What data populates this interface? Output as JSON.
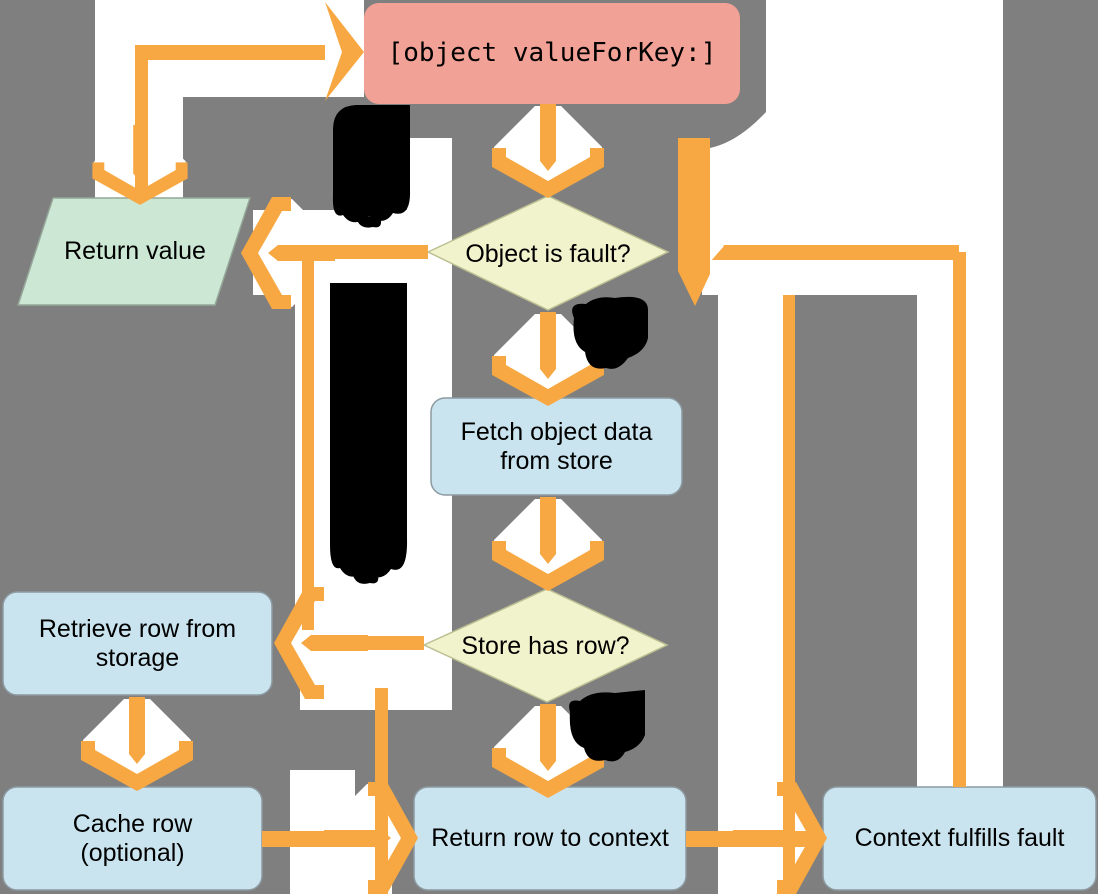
{
  "diagram": {
    "type": "flowchart",
    "background_color": "#7f7f7f",
    "arrow_color": "#F7A843",
    "casing_color": "#ffffff",
    "nodes": {
      "value_for_key": {
        "label": "[object valueForKey:]",
        "shape": "rounded-rect",
        "fill": "#F1A195"
      },
      "object_is_fault": {
        "label": "Object is fault?",
        "shape": "diamond",
        "fill": "#F1F3CC"
      },
      "return_value": {
        "label": "Return value",
        "shape": "parallelogram",
        "fill": "#CCE7D3"
      },
      "fetch_object_data": {
        "label": "Fetch object data from store",
        "shape": "rounded-rect",
        "fill": "#C9E4EF"
      },
      "store_has_row": {
        "label": "Store has row?",
        "shape": "diamond",
        "fill": "#F1F3CC"
      },
      "retrieve_row": {
        "label": "Retrieve row from storage",
        "shape": "rounded-rect",
        "fill": "#C9E4EF"
      },
      "cache_row": {
        "label": "Cache row (optional)",
        "shape": "rounded-rect",
        "fill": "#C9E4EF"
      },
      "return_row": {
        "label": "Return row to context",
        "shape": "rounded-rect",
        "fill": "#C9E4EF"
      },
      "context_fulfills_fault": {
        "label": "Context fulfills fault",
        "shape": "rounded-rect",
        "fill": "#C9E4EF"
      }
    },
    "edges": [
      {
        "from": "value_for_key",
        "to": "object_is_fault"
      },
      {
        "from": "object_is_fault",
        "to": "return_value"
      },
      {
        "from": "return_value",
        "to": "value_for_key"
      },
      {
        "from": "object_is_fault",
        "to": "fetch_object_data"
      },
      {
        "from": "fetch_object_data",
        "to": "store_has_row"
      },
      {
        "from": "store_has_row",
        "to": "retrieve_row"
      },
      {
        "from": "retrieve_row",
        "to": "cache_row"
      },
      {
        "from": "cache_row",
        "to": "return_row"
      },
      {
        "from": "store_has_row",
        "to": "return_row"
      },
      {
        "from": "return_row",
        "to": "context_fulfills_fault"
      },
      {
        "from": "value_for_key",
        "to": "context_fulfills_fault"
      }
    ],
    "artifacts": {
      "black_ink_blobs": 4
    }
  }
}
